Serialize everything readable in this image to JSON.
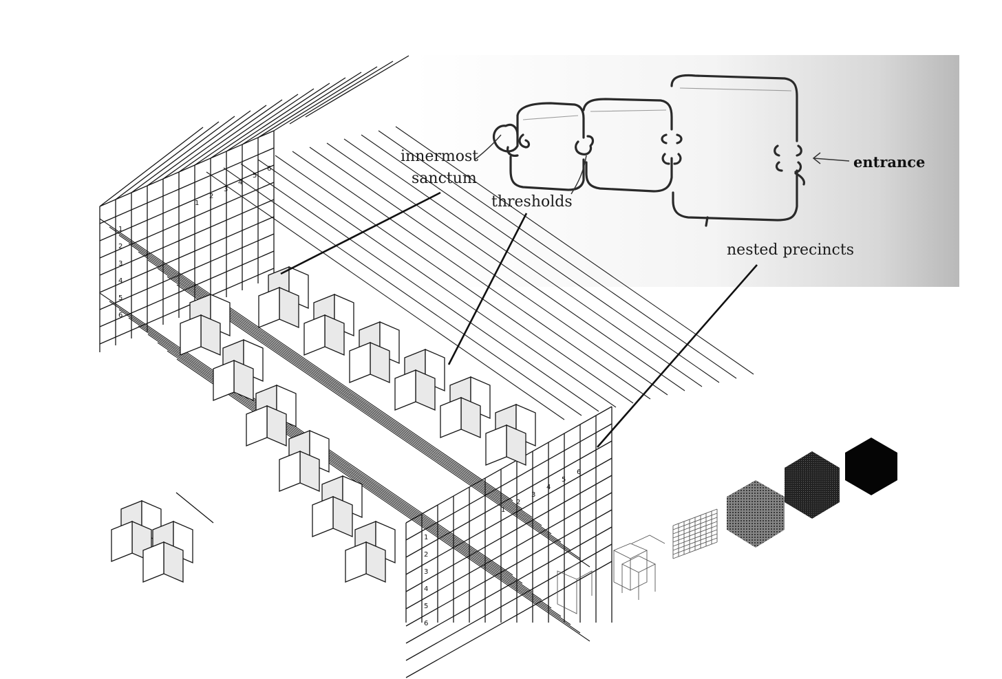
{
  "diagram": {
    "labels": {
      "innermost_line1": "innermost",
      "innermost_line2": "sanctum",
      "thresholds": "thresholds",
      "entrance": "entrance",
      "nested_precincts": "nested precincts"
    },
    "cell_numbers": [
      "1",
      "2",
      "3",
      "4",
      "5",
      "6"
    ]
  }
}
